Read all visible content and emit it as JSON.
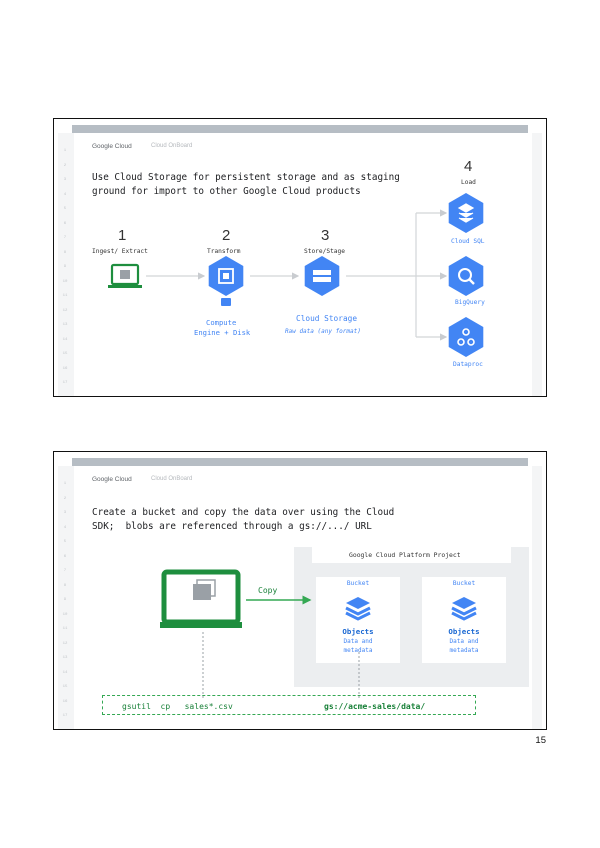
{
  "slide1": {
    "brand": "Google Cloud",
    "brand_sub": "Cloud OnBoard",
    "line_numbers": [
      "1",
      "2",
      "3",
      "4",
      "5",
      "6",
      "7",
      "8",
      "9",
      "10",
      "11",
      "12",
      "13",
      "14",
      "15",
      "16",
      "17"
    ],
    "headline_1": "Use Cloud Storage for persistent storage and as staging",
    "headline_2": "ground for import to other Google Cloud products",
    "steps": [
      {
        "num": "1",
        "label": "Ingest/ Extract"
      },
      {
        "num": "2",
        "label": "Transform"
      },
      {
        "num": "3",
        "label": "Store/Stage"
      },
      {
        "num": "4",
        "label": "Load"
      }
    ],
    "compute_label_1": "Compute",
    "compute_label_2": "Engine + Disk",
    "storage_label": "Cloud Storage",
    "storage_sub": "Raw data (any format)",
    "targets": [
      "Cloud SQL",
      "BigQuery",
      "Dataproc"
    ],
    "colors": {
      "blue": "#4285f4",
      "green": "#34a853",
      "hex_blue": "#4285f4"
    }
  },
  "slide2": {
    "brand": "Google Cloud",
    "brand_sub": "Cloud OnBoard",
    "line_numbers": [
      "1",
      "2",
      "3",
      "4",
      "5",
      "6",
      "7",
      "8",
      "9",
      "10",
      "11",
      "12",
      "13",
      "14",
      "15",
      "16",
      "17"
    ],
    "headline_1": "Create a bucket and copy the data over using the Cloud",
    "headline_2": "SDK;  blobs are referenced through a gs://.../ URL",
    "project_label": "Google Cloud Platform Project",
    "copy_label": "Copy",
    "buckets": [
      {
        "label": "Bucket",
        "title": "Objects",
        "sub1": "Data and",
        "sub2": "metadata"
      },
      {
        "label": "Bucket",
        "title": "Objects",
        "sub1": "Data and",
        "sub2": "metadata"
      }
    ],
    "code_cmd": "gsutil  cp   sales*.csv",
    "code_dest": "gs://acme-sales/data/"
  },
  "page_number": "15"
}
